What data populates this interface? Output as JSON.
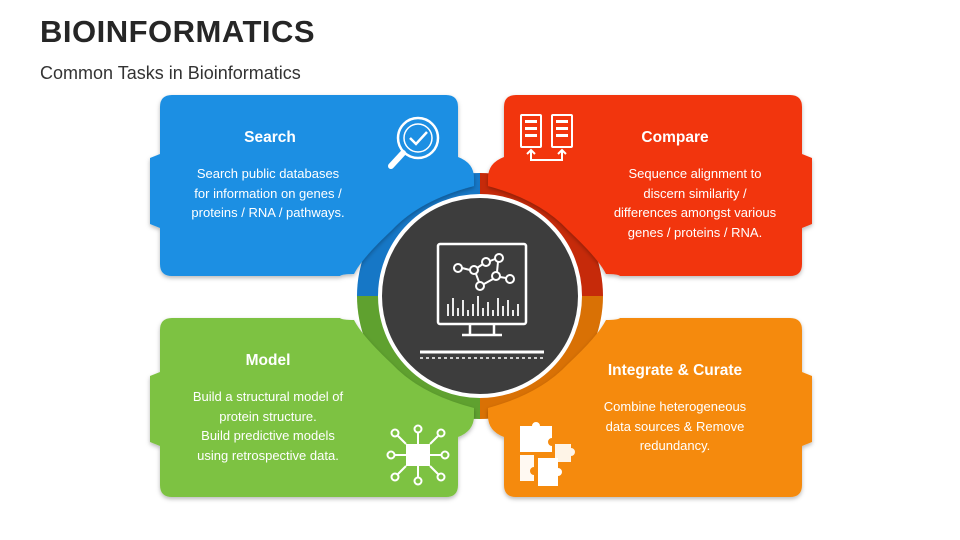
{
  "title": "BIOINFORMATICS",
  "subtitle": "Common Tasks in Bioinformatics",
  "colors": {
    "search": "#1a8fe3",
    "compare": "#f2360f",
    "model": "#7dc242",
    "integrate": "#f58a0a",
    "center": "#3d3d3d"
  },
  "cards": {
    "search": {
      "heading": "Search",
      "lines": [
        "Search public databases",
        "for information on genes /",
        "proteins / RNA / pathways."
      ],
      "icon": "magnifier-check-icon"
    },
    "compare": {
      "heading": "Compare",
      "lines": [
        "Sequence alignment to",
        "discern similarity /",
        "differences amongst various",
        "genes / proteins / RNA."
      ],
      "icon": "compare-documents-icon"
    },
    "model": {
      "heading": "Model",
      "lines": [
        "Build a structural model of",
        "protein structure.",
        "Build predictive models",
        "using retrospective data."
      ],
      "icon": "network-box-icon"
    },
    "integrate": {
      "heading": "Integrate & Curate",
      "lines": [
        "Combine heterogeneous",
        "data sources & Remove",
        "redundancy."
      ],
      "icon": "puzzle-icon"
    }
  },
  "center_icon": "monitor-molecule-icon"
}
